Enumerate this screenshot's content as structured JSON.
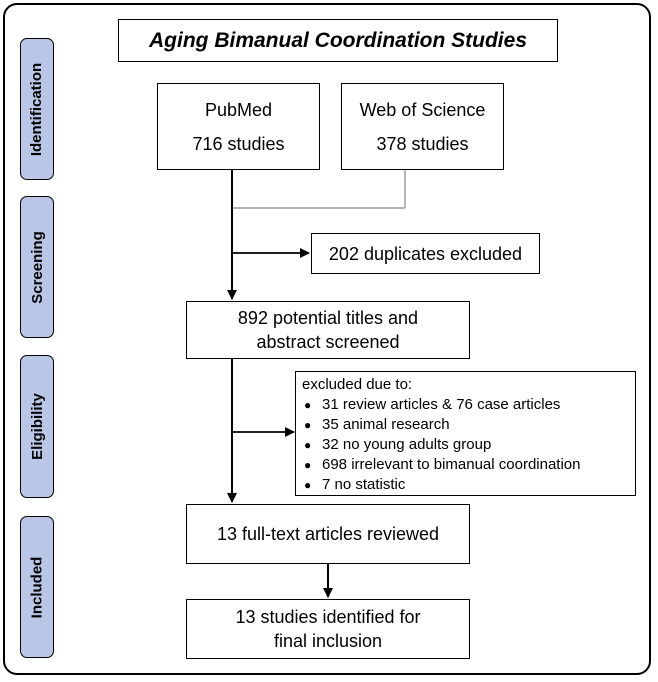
{
  "title": "Aging Bimanual Coordination Studies",
  "stages": [
    "Identification",
    "Screening",
    "Eligibility",
    "Included"
  ],
  "sources": [
    {
      "name": "PubMed",
      "count": "716 studies"
    },
    {
      "name": "Web of Science",
      "count": "378 studies"
    }
  ],
  "duplicates": "202 duplicates excluded",
  "screened": [
    "892 potential titles and",
    "abstract screened"
  ],
  "exclusion": {
    "heading": "excluded due to:",
    "items": [
      "31 review articles & 76 case articles",
      "35 animal research",
      "32 no young adults group",
      "698 irrelevant to bimanual coordination",
      "7 no statistic"
    ]
  },
  "fulltext": "13 full-text articles reviewed",
  "included": [
    "13 studies identified for",
    "final inclusion"
  ],
  "colors": {
    "stage_fill": "#b9c6e6",
    "line": "#000000",
    "merge_line": "#888888"
  }
}
